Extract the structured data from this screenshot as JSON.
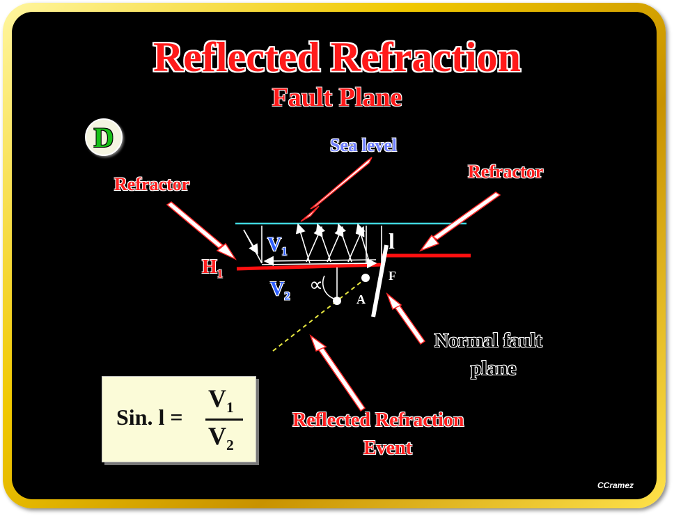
{
  "title": "Reflected Refraction",
  "subtitle": "Fault Plane",
  "badge": "D",
  "labels": {
    "sea_level": "Sea level",
    "refractor_left": "Refractor",
    "refractor_right": "Refractor",
    "h1_main": "H",
    "h1_sub": "1",
    "v1_main": "V",
    "v1_sub": "1",
    "v2_main": "V",
    "v2_sub": "2",
    "alpha": "∝",
    "l_symbol": "l",
    "point_f": "F",
    "point_a": "A",
    "normal_fault_line1": "Normal fault",
    "normal_fault_line2": "plane",
    "reflected_line1": "Reflected Refraction",
    "reflected_line2": "Event"
  },
  "formula": {
    "lhs": "Sin. l =",
    "num_main": "V",
    "num_sub": "1",
    "den_main": "V",
    "den_sub": "2"
  },
  "credit": "CCramez",
  "colors": {
    "frame": "#f0c800",
    "background": "#000000",
    "title": "#ff1a1a",
    "sea_level_line": "#40d8e0",
    "refractor_line": "#ff1010",
    "event_line": "#e8e840",
    "velocity": "#3060ff",
    "badge_letter": "#18c018"
  }
}
